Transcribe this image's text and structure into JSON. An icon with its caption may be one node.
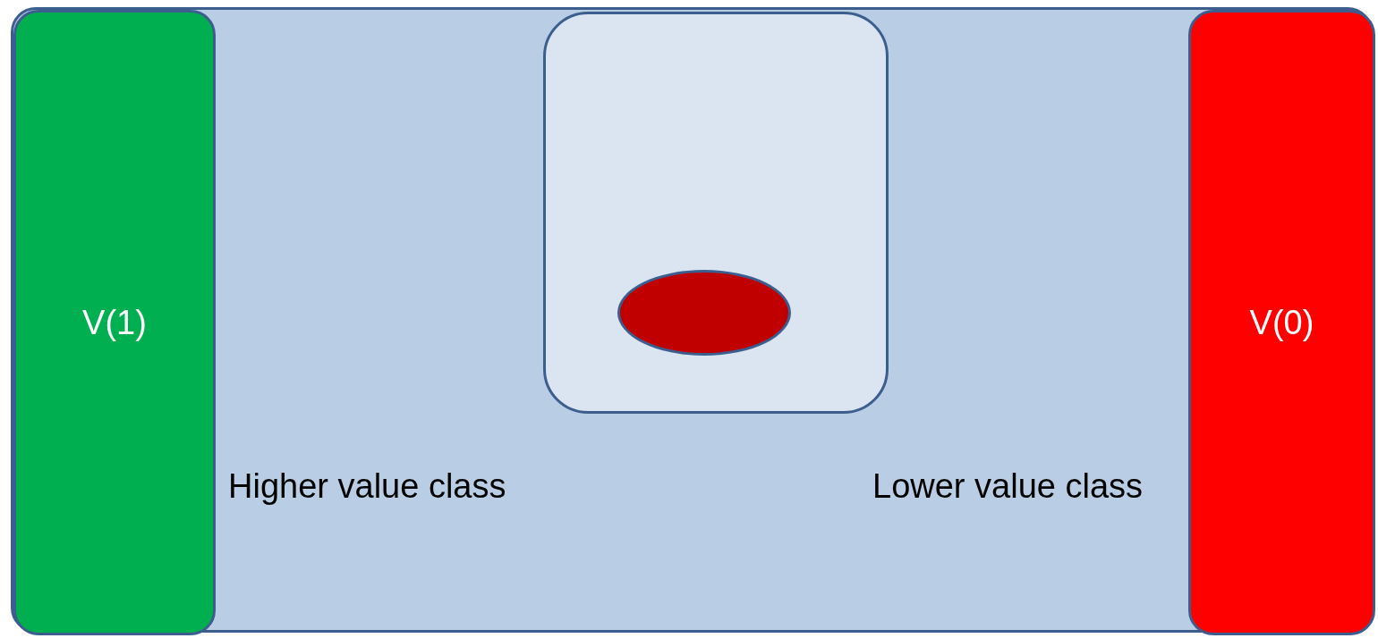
{
  "diagram": {
    "nodes": [
      {
        "text": [],
        "shape": "box"
      },
      {
        "text": [
          "V(1)"
        ],
        "in": 0
      },
      {
        "text": [],
        "shape": "box",
        "in": 0
      },
      {
        "text": [],
        "shape": "ellipse",
        "in": 2
      },
      {
        "text": [
          "V(0)"
        ],
        "in": 0
      }
    ],
    "labels": [
      "Higher value class",
      "Lower value class"
    ]
  }
}
